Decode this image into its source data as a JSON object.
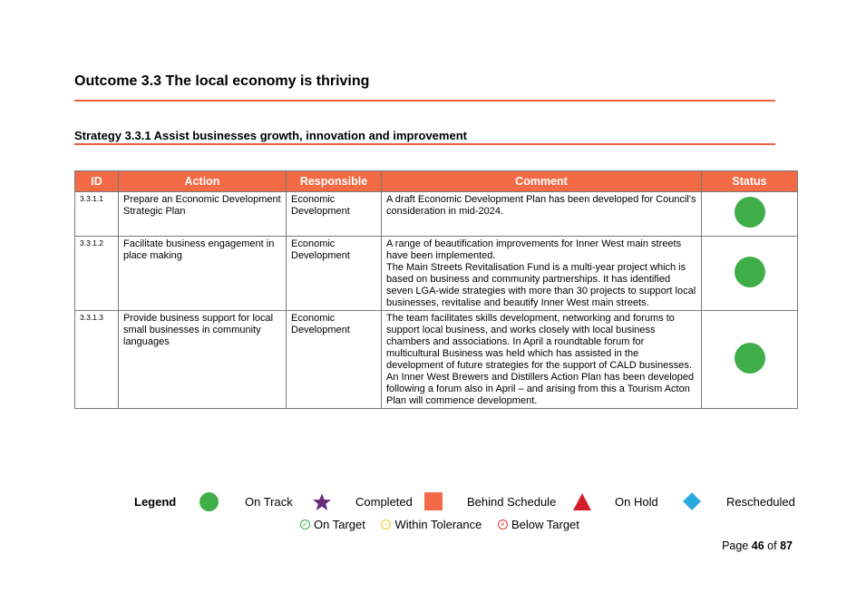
{
  "outcome_title": "Outcome 3.3 The local economy is thriving",
  "strategy_title": "Strategy 3.3.1 Assist businesses growth, innovation and improvement",
  "colors": {
    "accent": "#f26a46",
    "on_track": "#3fae49",
    "completed": "#6a2b7c",
    "on_hold": "#d41f2b",
    "rescheduled": "#29aae1"
  },
  "table": {
    "headers": [
      "ID",
      "Action",
      "Responsible",
      "Comment",
      "Status"
    ],
    "rows": [
      {
        "id": "3.3.1.1",
        "action": "Prepare an Economic Development Strategic Plan",
        "responsible": "Economic Development",
        "comment": "A draft Economic Development Plan has been developed for Council's consideration in mid-2024.",
        "status": "On Track"
      },
      {
        "id": "3.3.1.2",
        "action": "Facilitate business engagement in place making",
        "responsible": "Economic Development",
        "comment": "A range of beautification improvements for Inner West main streets have been implemented.\nThe Main Streets Revitalisation Fund is a multi-year project which is based on business and community partnerships. It has identified seven LGA-wide strategies with more than 30 projects to support local businesses, revitalise and beautify Inner West main streets.",
        "status": "On Track"
      },
      {
        "id": "3.3.1.3",
        "action": "Provide business support for local small businesses in community languages",
        "responsible": "Economic Development",
        "comment": "The team facilitates skills development, networking and forums to support local business, and works closely with local business chambers and associations.  In April a roundtable forum for multicultural Business was held which has assisted in the development of future strategies for the support of CALD businesses.  An Inner West Brewers and Distillers Action Plan has been developed following a forum also in April – and arising from this a Tourism Acton Plan will commence development.",
        "status": "On Track"
      }
    ]
  },
  "legend": {
    "label": "Legend",
    "items": [
      {
        "label": "On Track",
        "icon": "green-circle-icon"
      },
      {
        "label": "Completed",
        "icon": "purple-star-icon"
      },
      {
        "label": "Behind Schedule",
        "icon": "orange-square-icon"
      },
      {
        "label": "On Hold",
        "icon": "red-triangle-icon"
      },
      {
        "label": "Rescheduled",
        "icon": "blue-diamond-icon"
      }
    ],
    "targets": [
      {
        "label": "On Target",
        "icon": "check-circle-icon"
      },
      {
        "label": "Within Tolerance",
        "icon": "neutral-face-icon"
      },
      {
        "label": "Below Target",
        "icon": "x-circle-icon"
      }
    ]
  },
  "page": {
    "prefix": "Page",
    "current": "46",
    "of": "of",
    "total": "87"
  }
}
